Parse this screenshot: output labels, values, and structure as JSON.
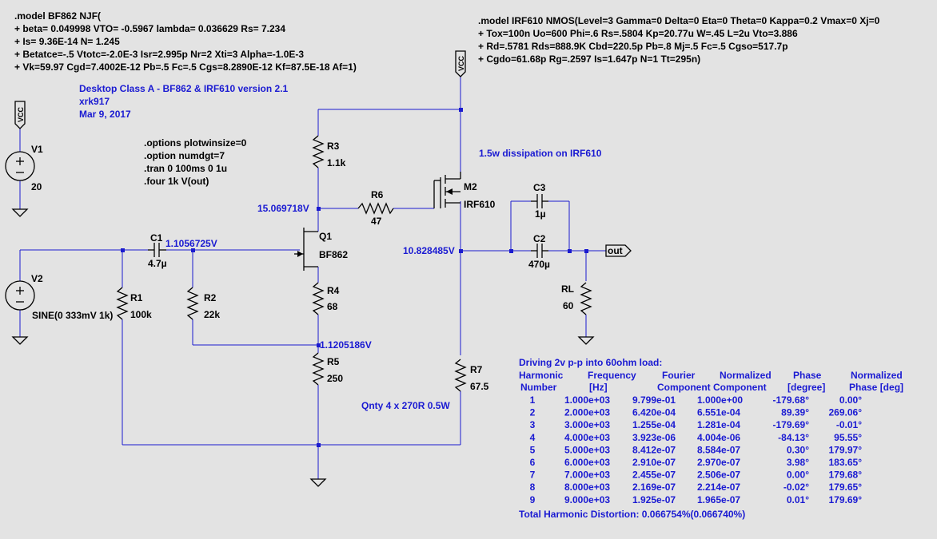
{
  "models": {
    "jfet": [
      ".model BF862 NJF(",
      "+ beta= 0.049998 VTO= -0.5967 lambda= 0.036629 Rs= 7.234",
      "+ Is= 9.36E-14 N= 1.245",
      "+ Betatce=-.5 Vtotc=-2.0E-3 Isr=2.995p Nr=2 Xti=3 Alpha=-1.0E-3",
      "+ Vk=59.97 Cgd=7.4002E-12 Pb=.5 Fc=.5 Cgs=8.2890E-12 Kf=87.5E-18 Af=1)"
    ],
    "mosfet": [
      ".model IRF610 NMOS(Level=3 Gamma=0 Delta=0 Eta=0 Theta=0 Kappa=0.2 Vmax=0 Xj=0",
      "+ Tox=100n Uo=600 Phi=.6 Rs=.5804 Kp=20.77u W=.45 L=2u Vto=3.886",
      "+ Rd=.5781 Rds=888.9K Cbd=220.5p Pb=.8 Mj=.5 Fc=.5 Cgso=517.7p",
      "+ Cgdo=61.68p Rg=.2597 Is=1.647p N=1 Tt=295n)"
    ]
  },
  "title_block": [
    "Desktop Class A  - BF862 & IRF610 version 2.1",
    "xrk917",
    "Mar 9, 2017"
  ],
  "directives": [
    ".options plotwinsize=0",
    ".option numdgt=7",
    ".tran 0 100ms 0 1u",
    ".four 1k V(out)"
  ],
  "labels": {
    "vcc": "VCC",
    "v1": "V1",
    "v1_value": "20",
    "v2": "V2",
    "v2_value": "SINE(0 333mV 1k)",
    "c1": "C1",
    "c1_value": "4.7µ",
    "c2": "C2",
    "c2_value": "470µ",
    "c3": "C3",
    "c3_value": "1µ",
    "r1": "R1",
    "r1_value": "100k",
    "r2": "R2",
    "r2_value": "22k",
    "r3": "R3",
    "r3_value": "1.1k",
    "r4": "R4",
    "r4_value": "68",
    "r5": "R5",
    "r5_value": "250",
    "r6": "R6",
    "r6_value": "47",
    "r7": "R7",
    "r7_value": "67.5",
    "rl": "RL",
    "rl_value": "60",
    "q1": "Q1",
    "q1_value": "BF862",
    "m2": "M2",
    "m2_value": "IRF610",
    "out": "out"
  },
  "node_voltages": {
    "q1_drain": "15.069718V",
    "q1_gate": "1.1056725V",
    "q1_source": "1.1205186V",
    "m2_source": "10.828485V"
  },
  "notes": {
    "dissipation": "1.5w dissipation on IRF610",
    "r7_note": "Qnty 4 x 270R 0.5W"
  },
  "fourier": {
    "title": "Driving 2v p-p into 60ohm load:",
    "header1": [
      "Harmonic",
      "Frequency",
      "Fourier",
      "Normalized",
      "Phase",
      "Normalized"
    ],
    "header2": [
      "Number",
      "[Hz]",
      "Component",
      "Component",
      "[degree]",
      "Phase [deg]"
    ],
    "rows": [
      [
        "1",
        "1.000e+03",
        "9.799e-01",
        "1.000e+00",
        "-179.68°",
        "0.00°"
      ],
      [
        "2",
        "2.000e+03",
        "6.420e-04",
        "6.551e-04",
        "89.39°",
        "269.06°"
      ],
      [
        "3",
        "3.000e+03",
        "1.255e-04",
        "1.281e-04",
        "-179.69°",
        "-0.01°"
      ],
      [
        "4",
        "4.000e+03",
        "3.923e-06",
        "4.004e-06",
        "-84.13°",
        "95.55°"
      ],
      [
        "5",
        "5.000e+03",
        "8.412e-07",
        "8.584e-07",
        "0.30°",
        "179.97°"
      ],
      [
        "6",
        "6.000e+03",
        "2.910e-07",
        "2.970e-07",
        "3.98°",
        "183.65°"
      ],
      [
        "7",
        "7.000e+03",
        "2.455e-07",
        "2.506e-07",
        "0.00°",
        "179.68°"
      ],
      [
        "8",
        "8.000e+03",
        "2.169e-07",
        "2.214e-07",
        "-0.02°",
        "179.65°"
      ],
      [
        "9",
        "9.000e+03",
        "1.925e-07",
        "1.965e-07",
        "0.01°",
        "179.69°"
      ]
    ],
    "thd": "Total Harmonic Distortion: 0.066754%(0.066740%)"
  }
}
